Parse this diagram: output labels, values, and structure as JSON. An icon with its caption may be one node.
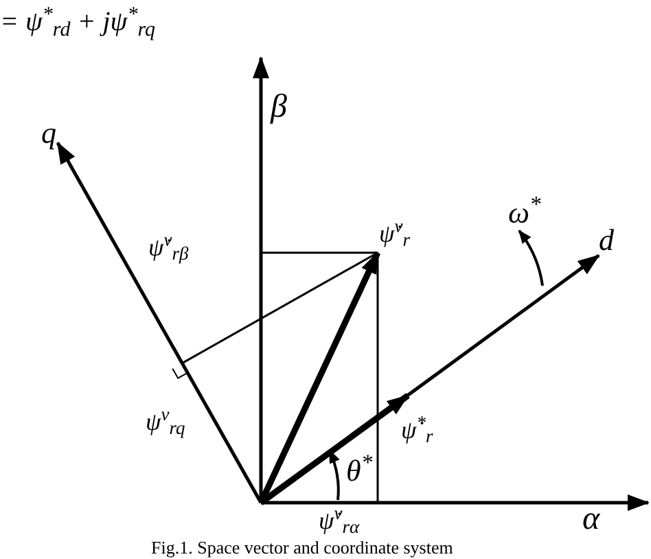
{
  "diagram": {
    "caption": "Fig.1. Space vector and coordinate system",
    "labels": [
      "= ψ$^{*}$$_{rd}$ + jψ$^{*}$$_{rq}$",
      "β",
      "q",
      "ψ̇$^{v}$$_{rβ}$",
      "ψ̇$^{v}$$_{r}$",
      "ω$^{*}$",
      "d",
      "ψ$^{v}$$_{rq}$",
      "ψ̇$^{*}$$_{r}$",
      "θ$^{*}$",
      "ψ̇$^{v}$$_{rα}$",
      "α"
    ]
  }
}
